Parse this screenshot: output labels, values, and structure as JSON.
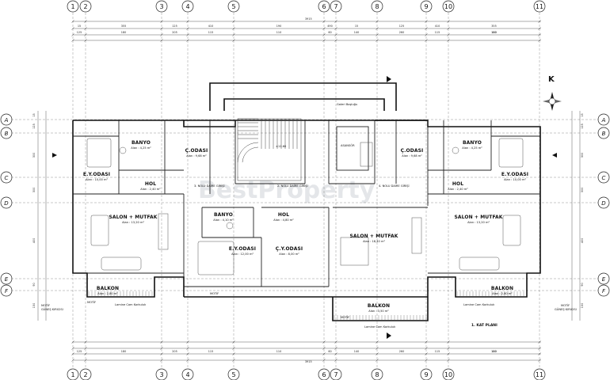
{
  "grid": {
    "columns": [
      "1",
      "2",
      "3",
      "4",
      "5",
      "6",
      "7",
      "8",
      "9",
      "10",
      "11"
    ],
    "rows": [
      "A",
      "B",
      "C",
      "D",
      "E",
      "F"
    ]
  },
  "dimensions": {
    "total": "3915",
    "outer_top": [
      "15",
      "355",
      "125",
      "410",
      "190",
      "490",
      "15",
      "125",
      "410",
      "355",
      "15",
      "15"
    ],
    "inner_top": [
      "125",
      "180",
      "205",
      "115",
      "110",
      "60",
      "140",
      "260",
      "115",
      "110",
      "180",
      "125"
    ],
    "left_side": [
      "15",
      "125",
      "300",
      "300",
      "400",
      "90",
      "150"
    ],
    "right_side": [
      "15",
      "125",
      "300",
      "300",
      "400",
      "90",
      "150"
    ]
  },
  "compass": {
    "label": "K"
  },
  "rooms": [
    {
      "id": "banyo-left",
      "name": "BANYO",
      "area": "Alan : 4,25 m²"
    },
    {
      "id": "codasi-left",
      "name": "Ç.ODASI",
      "area": "Alan : 9,68 m²"
    },
    {
      "id": "eyodasi-left",
      "name": "E.Y.ODASI",
      "area": "Alan : 10,00 m²"
    },
    {
      "id": "hol-left",
      "name": "HOL",
      "area": "Alan : 2,40 m²"
    },
    {
      "id": "salon-left",
      "name": "SALON + MUTFAK",
      "area": "Alan : 13,20 m²"
    },
    {
      "id": "balkon-left",
      "name": "BALKON",
      "area": "Alan : 2,80 m²"
    },
    {
      "id": "banyo-center",
      "name": "BANYO",
      "area": "Alan : 4,10 m²"
    },
    {
      "id": "hol-center",
      "name": "HOL",
      "area": "Alan : 4,80 m²"
    },
    {
      "id": "eyodasi-center",
      "name": "E.Y.ODASI",
      "area": "Alan : 12,00 m²"
    },
    {
      "id": "codasi-center",
      "name": "Ç.Y.ODASI",
      "area": "Alan : 8,00 m²"
    },
    {
      "id": "salon-center",
      "name": "SALON + MUTFAK",
      "area": "Alan : 18,40 m²"
    },
    {
      "id": "balkon-center",
      "name": "BALKON",
      "area": "Alan : 3,50 m²"
    },
    {
      "id": "codasi-right",
      "name": "Ç.ODASI",
      "area": "Alan : 9,68 m²"
    },
    {
      "id": "banyo-right",
      "name": "BANYO",
      "area": "Alan : 4,25 m²"
    },
    {
      "id": "eyodasi-right",
      "name": "E.Y.ODASI",
      "area": "Alan : 10,00 m²"
    },
    {
      "id": "hol-right",
      "name": "HOL",
      "area": "Alan : 2,40 m²"
    },
    {
      "id": "salon-right",
      "name": "SALON + MUTFAK",
      "area": "Alan : 13,20 m²"
    },
    {
      "id": "balkon-right",
      "name": "BALKON",
      "area": "Alan : 2,80 m²"
    }
  ],
  "labels": {
    "asansor": "ASANSÖR",
    "boşluk": "Galeri Boşluğu",
    "dairegirisi_1": "3. NOLU\nDAİRE GİRİŞİ",
    "dairegirisi_2": "2. NOLU\nDAİRE GİRİŞİ",
    "dairegirisi_3": "4. NOLU\nDAİRE GİRİŞİ",
    "stair_value": "±11.60",
    "plan_title": "1. KAT PLANI",
    "note_left": "Lamine Cam Korkuluk",
    "note_center": "Lamine Cam Korkuluk",
    "note_right": "Lamine Cam Korkuluk",
    "motif": "MOTİF",
    "gunes": "GÜNEŞ KIRICISI"
  },
  "watermark": "BestProperty"
}
